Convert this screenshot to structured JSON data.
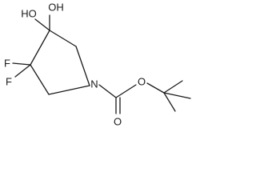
{
  "molecule": {
    "atoms": {
      "hydroxyl_upper": "OH",
      "hydroxyl_left": "HO",
      "fluorine_upper": "F",
      "fluorine_lower": "F",
      "ring_nitrogen": "N",
      "carbonyl_oxygen": "O",
      "ester_oxygen": "O"
    }
  }
}
